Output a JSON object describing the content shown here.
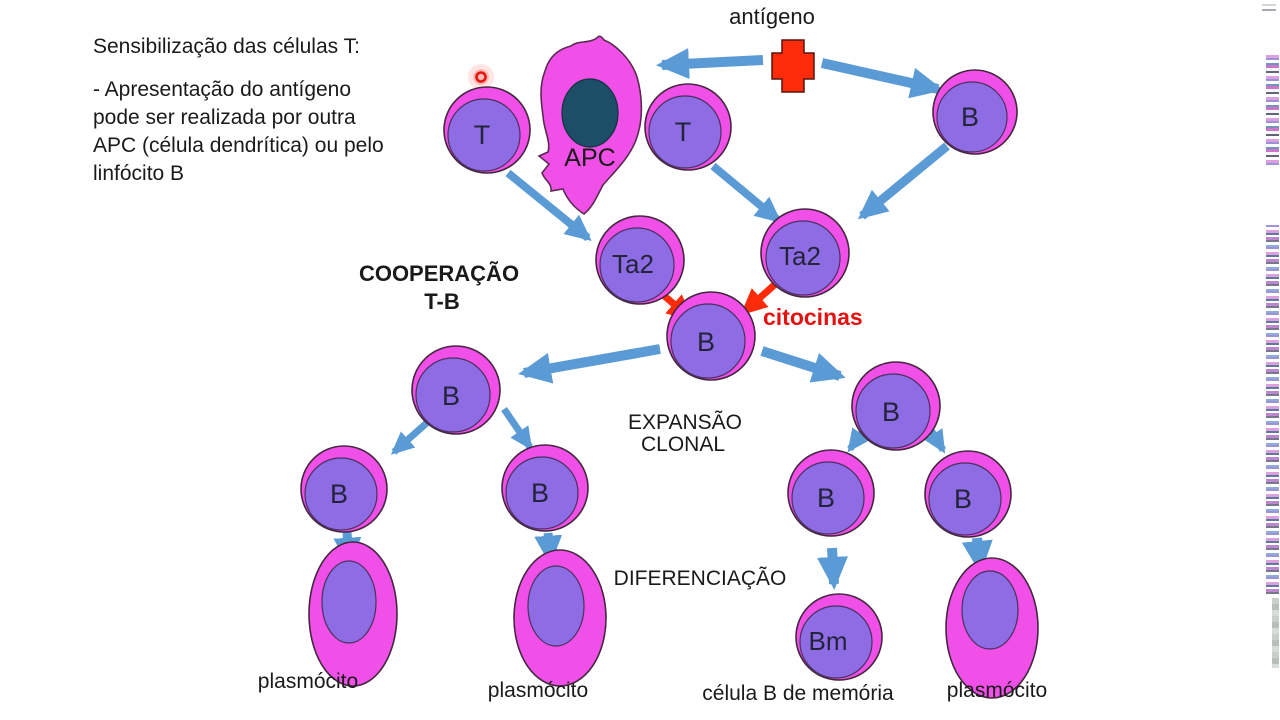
{
  "slide": {
    "title": "Sensibilização das células T:",
    "body_lines": [
      "- Apresentação do antígeno",
      "pode ser realizada por outra",
      "APC (célula dendrítica) ou pelo",
      "linfócito B"
    ],
    "labels": {
      "antigen": "antígeno",
      "apc": "APC",
      "cooperation_1": "COOPERAÇÃO",
      "cooperation_2": "T-B",
      "cytokines": "citocinas",
      "expansion_1": "EXPANSÃO",
      "expansion_2": "CLONAL",
      "differentiation": "DIFERENCIAÇÃO",
      "plasmocyte_left": "plasmócito",
      "plasmocyte_mid": "plasmócito",
      "memory_b": "célula B de memória",
      "plasmocyte_right": "plasmócito"
    },
    "cells": {
      "t_left": "T",
      "t_right": "T",
      "b_top_right": "B",
      "ta2_left": "Ta2",
      "ta2_right": "Ta2",
      "b_central": "B",
      "b_mid_left": "B",
      "b_mid_right": "B",
      "b_child_ll": "B",
      "b_child_lr": "B",
      "b_child_rl": "B",
      "b_child_rr": "B",
      "bm": "Bm"
    },
    "colors": {
      "cell_outer": "#f050e8",
      "cell_inner": "#8d6ce4",
      "apc_nucleus": "#1d4e68",
      "arrow_blue": "#5b9bd5",
      "antigen_red": "#fe2b0a",
      "cytokine_red": "#e41110",
      "text": "#1a1a1a"
    }
  }
}
